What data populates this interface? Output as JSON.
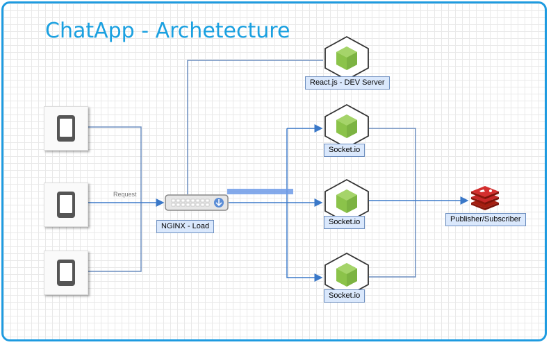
{
  "title": "ChatApp - Archetecture",
  "nodes": {
    "react_dev_server": "React.js - DEV Server",
    "socket_1": "Socket.io",
    "socket_2": "Socket.io",
    "socket_3": "Socket.io",
    "nginx": "NGINX - Load",
    "pubsub": "Publisher/Subscriber"
  },
  "edges": {
    "request_label": "Request"
  },
  "colors": {
    "title": "#1aa0e0",
    "frame": "#1e9be0",
    "wire": "#6c8ebf",
    "node_green": "#8bc34a",
    "redis_red": "#c62828"
  },
  "icons": [
    "phone-icon",
    "server-node-icon",
    "load-balancer-icon",
    "redis-icon"
  ]
}
